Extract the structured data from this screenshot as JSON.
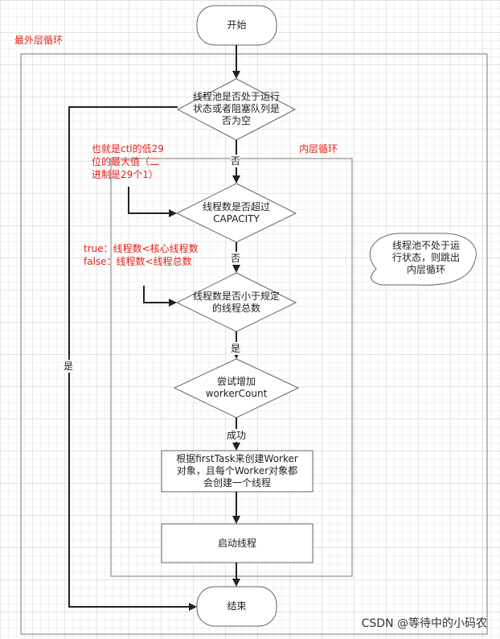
{
  "loops": {
    "outer_label": "最外层循环",
    "inner_label": "内层循环"
  },
  "nodes": {
    "start": "开始",
    "check_state": [
      "线程池是否处于运行",
      "状态或者阻塞队列是",
      "否为空"
    ],
    "check_capacity": [
      "线程数是否超过",
      "CAPACITY"
    ],
    "check_less": [
      "线程数是否小于规定",
      "的线程总数"
    ],
    "try_increase": [
      "尝试增加",
      "workerCount"
    ],
    "create_worker": [
      "根据firstTask来创建Worker",
      "对象，且每个Worker对象都",
      "会创建一个线程"
    ],
    "start_thread": "启动线程",
    "end": "结束"
  },
  "edges": {
    "no_1": "否",
    "no_2": "否",
    "yes_1": "是",
    "yes_outer": "是",
    "success": "成功"
  },
  "annotations": {
    "ctl_note": [
      "也就是ctl的低29",
      "位的最大值（二",
      "进制是29个1）"
    ],
    "core_note": [
      "true：线程数<核心线程数",
      "false：线程数<线程总数"
    ],
    "bubble": [
      "线程池不处于运",
      "行状态，则跳出",
      "内层循环"
    ]
  },
  "watermark": "CSDN @等待中的小码农",
  "colors": {
    "annotation_red": "#e3221b",
    "stroke": "#666666",
    "arrow": "#222222"
  }
}
